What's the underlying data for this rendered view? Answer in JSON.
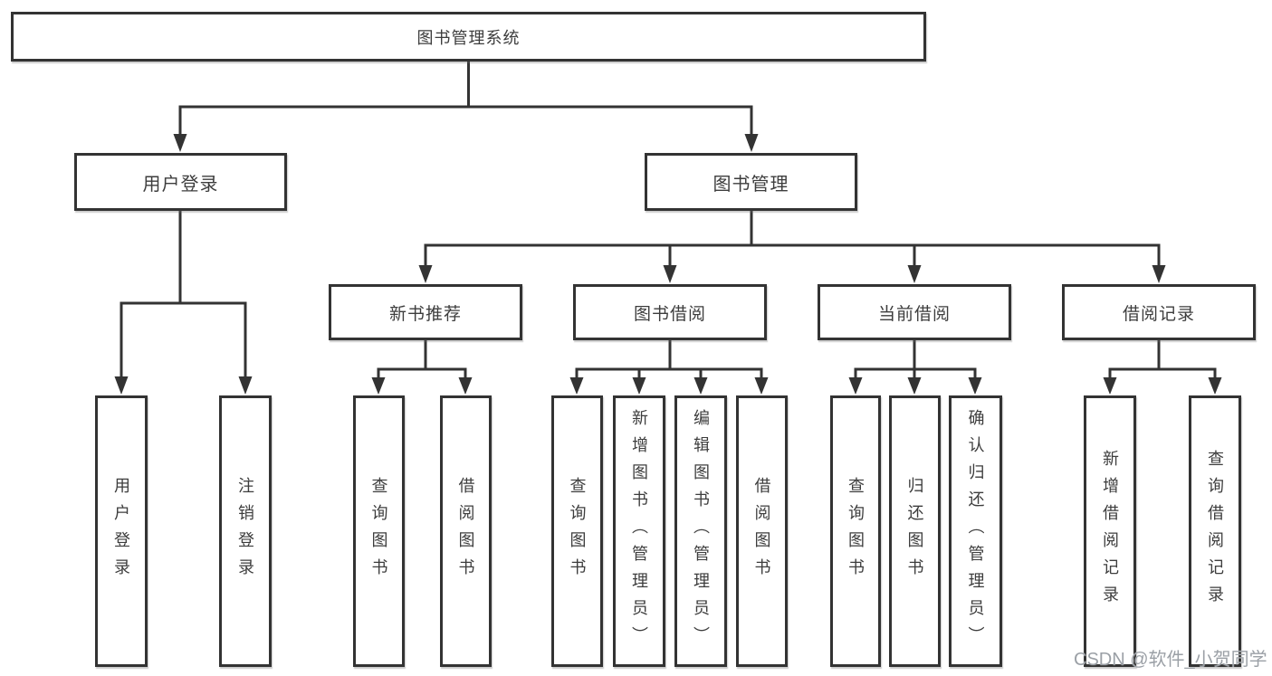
{
  "diagram": {
    "root": {
      "label": "图书管理系统"
    },
    "branches": {
      "user_login": {
        "label": "用户登录",
        "leaves": [
          {
            "label": "用户登录"
          },
          {
            "label": "注销登录"
          }
        ]
      },
      "book_mgmt": {
        "label": "图书管理",
        "children": {
          "new_book": {
            "label": "新书推荐",
            "leaves": [
              {
                "label": "查询图书"
              },
              {
                "label": "借阅图书"
              }
            ]
          },
          "borrow": {
            "label": "图书借阅",
            "leaves": [
              {
                "label": "查询图书"
              },
              {
                "label": "新增图书（管理员）"
              },
              {
                "label": "编辑图书（管理员）"
              },
              {
                "label": "借阅图书"
              }
            ]
          },
          "current": {
            "label": "当前借阅",
            "leaves": [
              {
                "label": "查询图书"
              },
              {
                "label": "归还图书"
              },
              {
                "label": "确认归还（管理员）"
              }
            ]
          },
          "records": {
            "label": "借阅记录",
            "leaves": [
              {
                "label": "新增借阅记录"
              },
              {
                "label": "查询借阅记录"
              }
            ]
          }
        }
      }
    }
  },
  "watermark": {
    "text": "CSDN @软件_小贺同学"
  },
  "colors": {
    "line": "#333333",
    "box_border": "#333333",
    "text": "#3d3d3d",
    "watermark": "#9ba0a6",
    "background": "#ffffff"
  }
}
